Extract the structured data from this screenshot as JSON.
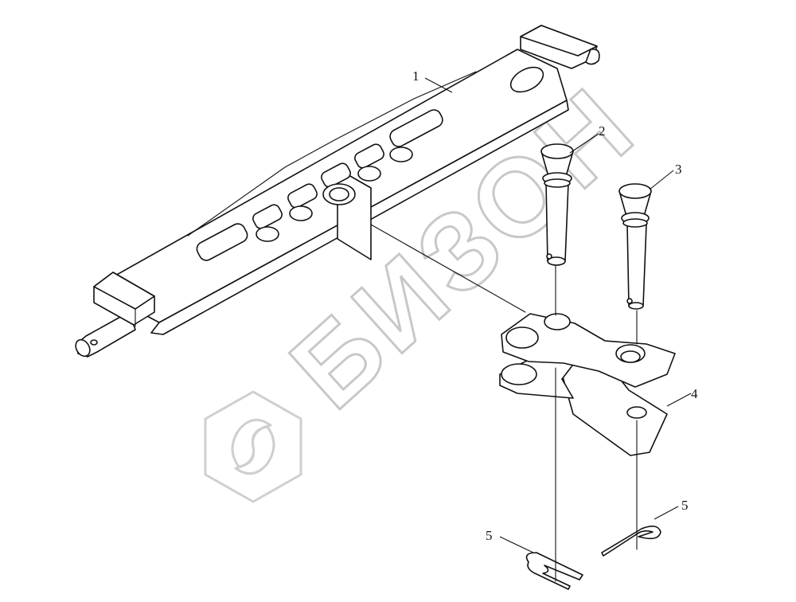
{
  "watermark": {
    "text": "БИЗОН",
    "color": "#c8c8c8"
  },
  "callouts": [
    {
      "id": "1",
      "label": "1"
    },
    {
      "id": "2",
      "label": "2"
    },
    {
      "id": "3",
      "label": "3"
    },
    {
      "id": "4",
      "label": "4"
    },
    {
      "id": "5a",
      "label": "5"
    },
    {
      "id": "5b",
      "label": "5"
    }
  ],
  "colors": {
    "line": "#111111",
    "background": "#ffffff"
  }
}
